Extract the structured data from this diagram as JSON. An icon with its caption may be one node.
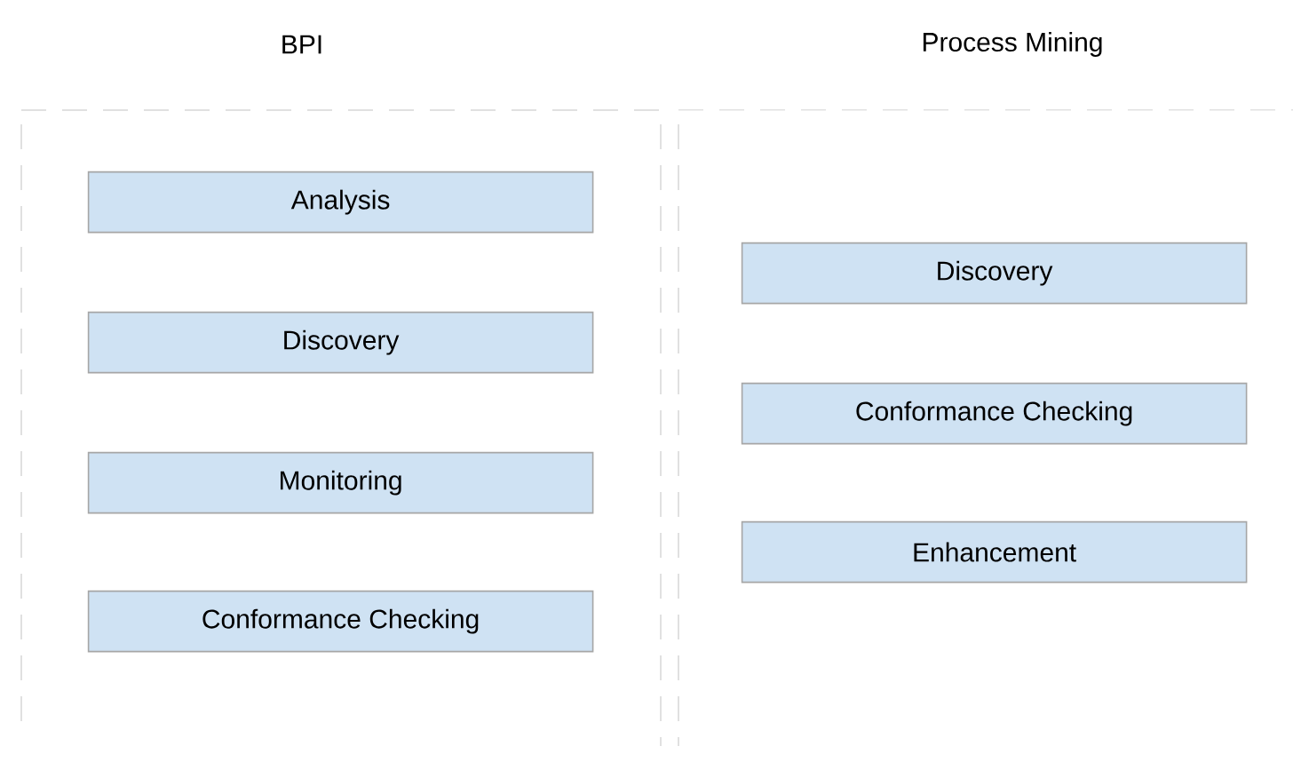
{
  "diagram": {
    "nodes": [
      {
        "text": [
          "BPI"
        ]
      },
      {
        "text": [
          "Analysis"
        ],
        "in": 0
      },
      {
        "text": [
          "Discovery"
        ],
        "in": 0
      },
      {
        "text": [
          "Monitoring"
        ],
        "in": 0
      },
      {
        "text": [
          "Conformance Checking"
        ],
        "in": 0
      },
      {
        "text": [
          "Process Mining"
        ]
      },
      {
        "text": [
          "Discovery"
        ],
        "in": 5
      },
      {
        "text": [
          "Conformance Checking"
        ],
        "in": 5
      },
      {
        "text": [
          "Enhancement"
        ],
        "in": 5
      }
    ]
  }
}
